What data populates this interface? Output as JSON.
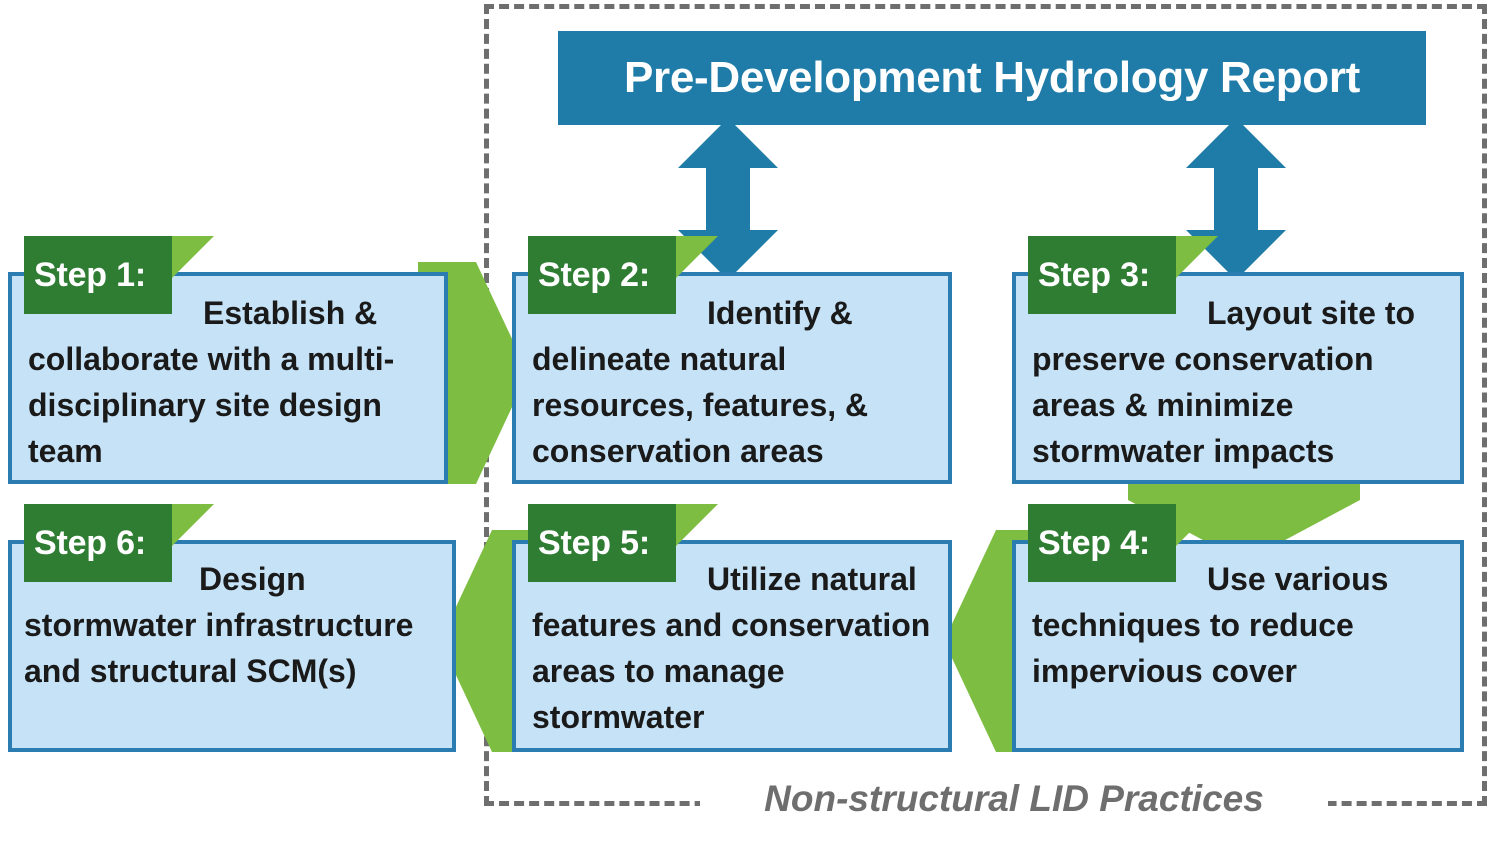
{
  "diagram": {
    "title": "Pre-Development Hydrology Report",
    "region_caption": "Non-structural LID Practices",
    "colors": {
      "header_blue": "#1F7BA8",
      "box_fill": "#C6E2F7",
      "box_border": "#2B7CB0",
      "tab_dark_green": "#2E7D32",
      "arrow_light_green": "#7DBD42",
      "dashed_border_gray": "#6E6E6E",
      "text_black": "#1A1A1A",
      "caption_gray": "#6E6E6E"
    },
    "steps": [
      {
        "id": "step-1",
        "tab": "Step 1:",
        "body": "Establish & collaborate with a multi-disciplinary site design team"
      },
      {
        "id": "step-2",
        "tab": "Step 2:",
        "body": "Identify & delineate natural resources, features, & conservation areas"
      },
      {
        "id": "step-3",
        "tab": "Step 3:",
        "body": "Layout site to preserve conservation areas & minimize stormwater impacts"
      },
      {
        "id": "step-4",
        "tab": "Step 4:",
        "body": "Use various techniques to reduce impervious cover"
      },
      {
        "id": "step-5",
        "tab": "Step 5:",
        "body": "Utilize natural features and conservation areas to manage stormwater"
      },
      {
        "id": "step-6",
        "tab": "Step 6:",
        "body": "Design stormwater infrastructure and structural SCM(s)"
      }
    ],
    "connectors": [
      {
        "id": "arrow-step1-to-step2",
        "kind": "green-right"
      },
      {
        "id": "arrow-step3-to-step4",
        "kind": "green-down"
      },
      {
        "id": "arrow-step4-to-step5",
        "kind": "green-left"
      },
      {
        "id": "arrow-step5-to-step6",
        "kind": "green-left"
      },
      {
        "id": "arrow-report-step2",
        "kind": "blue-double-vertical"
      },
      {
        "id": "arrow-report-step3",
        "kind": "blue-double-vertical"
      }
    ]
  }
}
